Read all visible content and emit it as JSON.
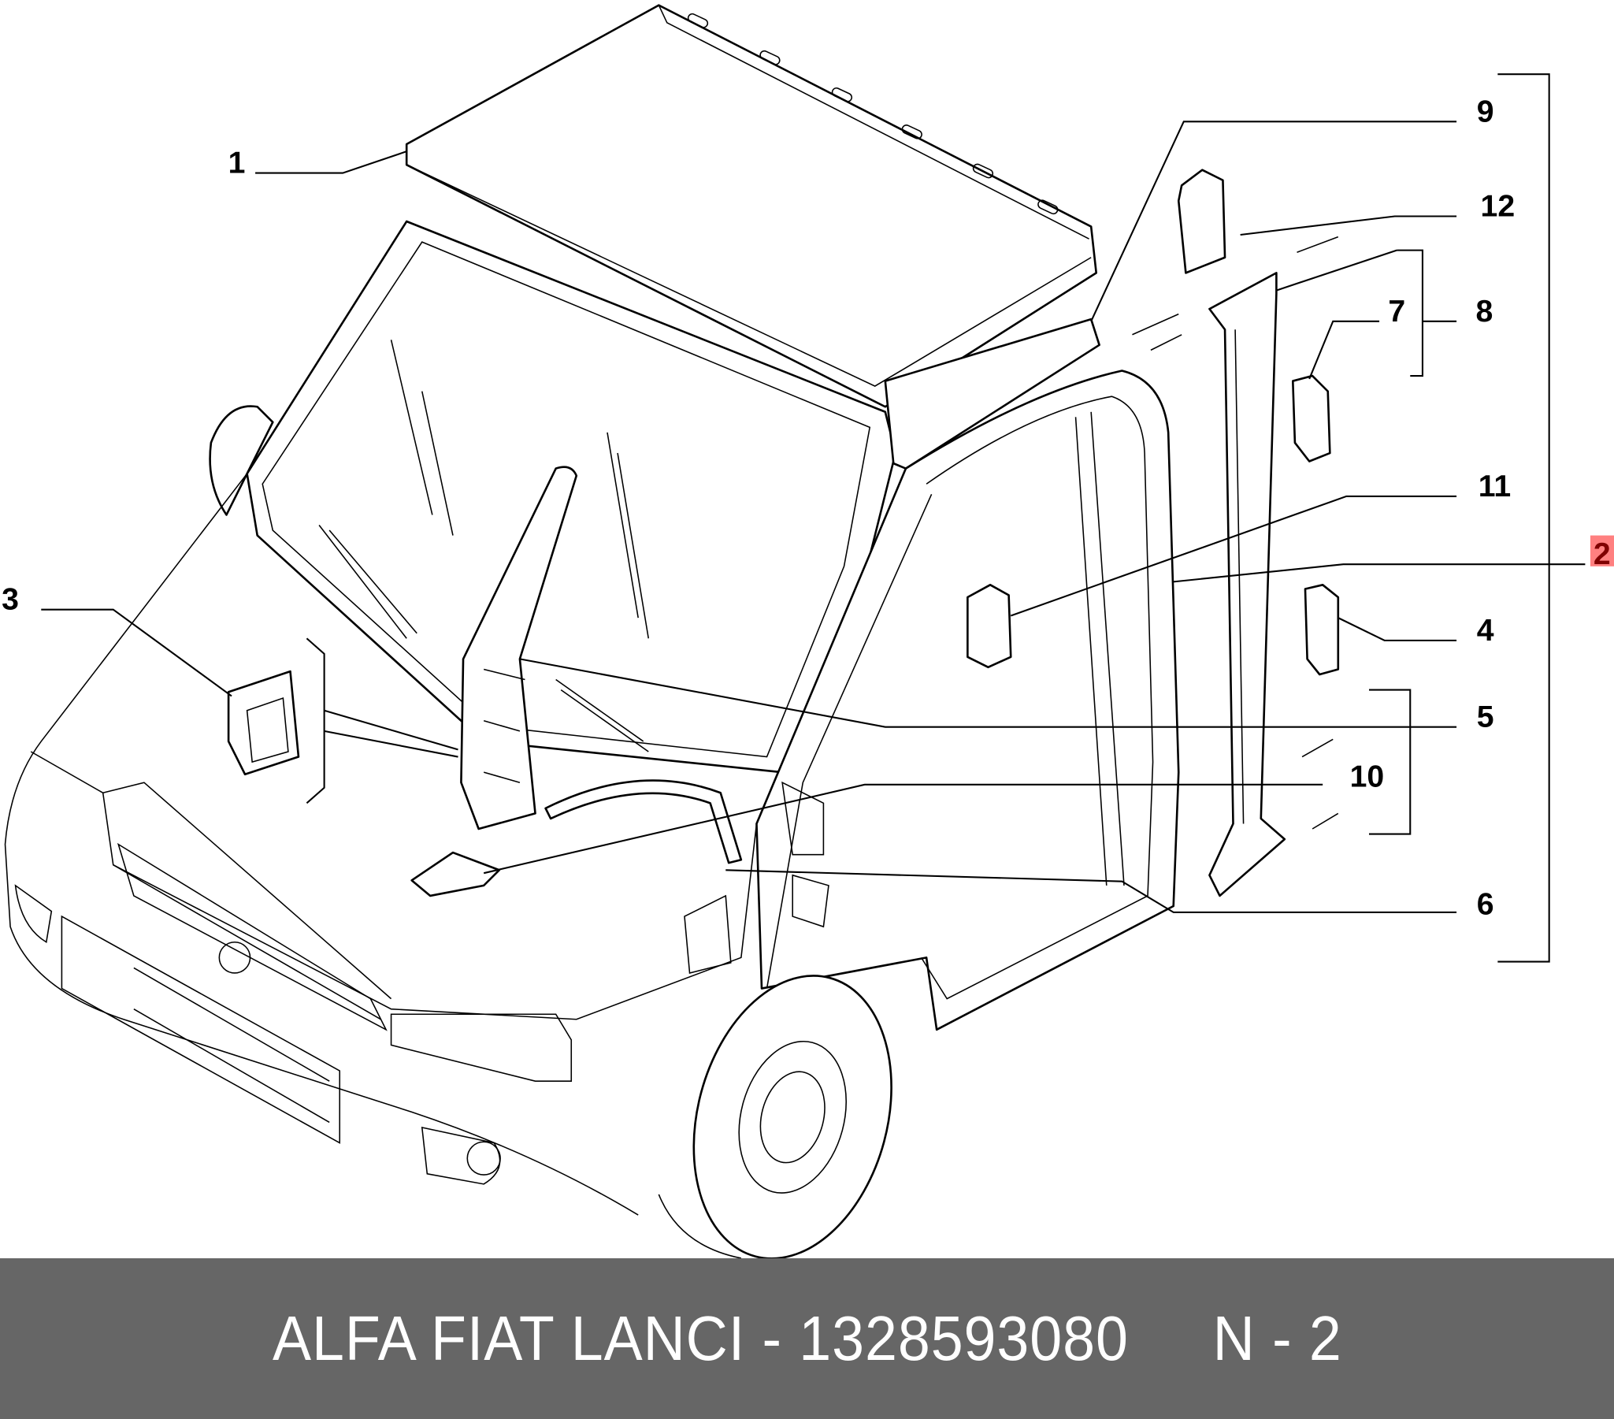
{
  "diagram": {
    "callouts": [
      "1",
      "9",
      "12",
      "7",
      "8",
      "11",
      "2",
      "3",
      "4",
      "5",
      "10",
      "6"
    ],
    "highlighted_callout": "2",
    "highlight_color": "#ff8080",
    "highlight_text_color": "#800000"
  },
  "footer": {
    "brand": "ALFA FIAT LANCI",
    "separator": " - ",
    "part_number": "1328593080",
    "position": "N - 2",
    "background": "#666666"
  }
}
